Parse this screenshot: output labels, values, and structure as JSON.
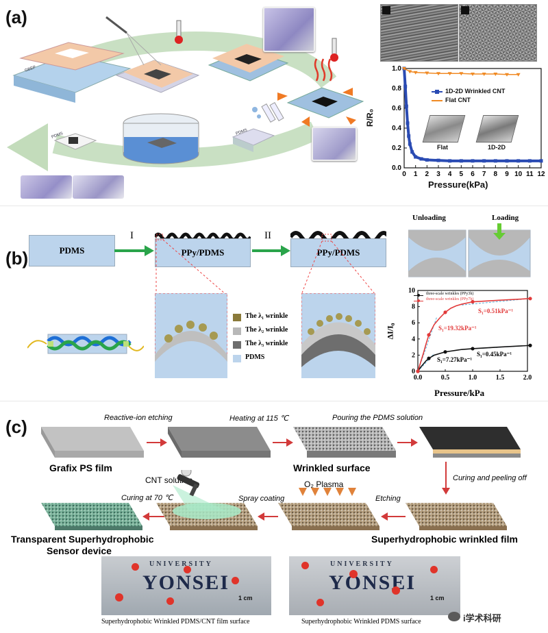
{
  "panel_a": {
    "label": "(a)",
    "block_label_1": "GBEP",
    "block_label_2": "PDMS",
    "block_label_3": "PDMS",
    "chart_data": {
      "type": "line",
      "xlabel": "Pressure(kPa)",
      "ylabel": "R/R₀",
      "xlim": [
        0,
        12
      ],
      "ylim": [
        0.0,
        1.0
      ],
      "xticks": [
        "0",
        "1",
        "2",
        "3",
        "4",
        "5",
        "6",
        "7",
        "8",
        "9",
        "10",
        "11",
        "12"
      ],
      "yticks": [
        "0.0",
        "0.2",
        "0.4",
        "0.6",
        "0.8",
        "1.0"
      ],
      "legend_placement": "center-right",
      "series": [
        {
          "name": "1D-2D Wrinkled CNT",
          "color": "#2a4bb3",
          "x": [
            0,
            0.1,
            0.2,
            0.3,
            0.4,
            0.5,
            0.7,
            1.0,
            1.5,
            2,
            3,
            4,
            5,
            6,
            7,
            8,
            9,
            10,
            11,
            12
          ],
          "y": [
            1.0,
            0.82,
            0.62,
            0.45,
            0.32,
            0.24,
            0.16,
            0.11,
            0.09,
            0.08,
            0.075,
            0.07,
            0.07,
            0.07,
            0.07,
            0.07,
            0.07,
            0.07,
            0.07,
            0.07
          ]
        },
        {
          "name": "Flat CNT",
          "color": "#f08a24",
          "x": [
            0,
            0.5,
            1,
            2,
            3,
            4,
            5,
            6,
            7,
            8,
            9,
            10
          ],
          "y": [
            1.0,
            0.97,
            0.96,
            0.955,
            0.95,
            0.95,
            0.95,
            0.945,
            0.945,
            0.945,
            0.94,
            0.94
          ]
        }
      ],
      "inset_labels": [
        "Flat",
        "1D-2D"
      ]
    }
  },
  "panel_b": {
    "label": "(b)",
    "step1": "I",
    "step2": "II",
    "pdms_label": "PDMS",
    "ppy1": "PPy/PDMS",
    "ppy2": "PPy/PDMS",
    "unloading": "Unloading",
    "loading": "Loading",
    "legend": [
      {
        "label": "The λ₁ wrinkle",
        "color": "#8a7a3a"
      },
      {
        "label": "The λ₂ wrinkle",
        "color": "#b8b8b8"
      },
      {
        "label": "The λ₃ wrinkle",
        "color": "#6e6e6e"
      },
      {
        "label": "PDMS",
        "color": "#bcd4ec"
      }
    ],
    "chart_data": {
      "type": "line",
      "xlabel": "Pressure/kPa",
      "ylabel": "ΔI/I₀",
      "xlim": [
        0,
        2.0
      ],
      "ylim": [
        0,
        10
      ],
      "xticks": [
        "0.0",
        "0.5",
        "1.0",
        "1.5",
        "2.0"
      ],
      "yticks": [
        "0",
        "2",
        "4",
        "6",
        "8",
        "10"
      ],
      "legend_placement": "top-left",
      "series": [
        {
          "name": "three-scale wrinkles (PPy3h)",
          "color": "#111111",
          "x": [
            0,
            0.05,
            0.1,
            0.15,
            0.2,
            0.3,
            0.4,
            0.5,
            0.6,
            0.7,
            0.8,
            1.0,
            1.5,
            2.05
          ],
          "y": [
            0,
            0.5,
            0.9,
            1.3,
            1.6,
            2.0,
            2.2,
            2.4,
            2.5,
            2.6,
            2.7,
            2.8,
            3.0,
            3.2
          ]
        },
        {
          "name": "three-scale wrinkles (PPy7h)",
          "color": "#e23a3a",
          "x": [
            0,
            0.05,
            0.1,
            0.15,
            0.2,
            0.3,
            0.4,
            0.5,
            0.6,
            0.7,
            0.8,
            1.0,
            1.5,
            2.05
          ],
          "y": [
            0,
            1.1,
            2.2,
            3.4,
            4.5,
            5.8,
            6.6,
            7.3,
            7.8,
            8.1,
            8.3,
            8.6,
            8.8,
            9.0
          ]
        }
      ],
      "annotations": [
        "S₁=0.51kPa⁻¹",
        "S₁=19.32kPa⁻¹",
        "S₁=0.45kPa⁻¹",
        "S₁=7.27kPa⁻¹"
      ]
    }
  },
  "panel_c": {
    "label": "(c)",
    "step_rie": "Reactive-ion etching",
    "step_heat": "Heating at 115 ℃",
    "step_pour": "Pouring the PDMS solution",
    "step_cure_peel": "Curing and peeling off",
    "step_etching": "Etching",
    "step_plasma": "O₂ Plasma",
    "step_spray": "Spray coating",
    "step_cure70": "Curing at 70 ℃",
    "cnt_solution": "CNT solution",
    "grafix": "Grafix PS film",
    "wrinkled": "Wrinkled surface",
    "superhydro_film": "Superhydrophobic wrinkled film",
    "transparent_1": "Transparent Superhydrophobic",
    "transparent_2": "Sensor device",
    "photo1_caption": "Superhydrophobic Wrinkled PDMS/CNT film surface",
    "photo2_caption": "Superhydrophobic Wrinkled PDMS surface",
    "photo_text_yonsei": "YONSEI",
    "photo_text_univ": "UNIVERSITY",
    "scale_bar": "1 cm",
    "watermark": "i学术科研"
  }
}
